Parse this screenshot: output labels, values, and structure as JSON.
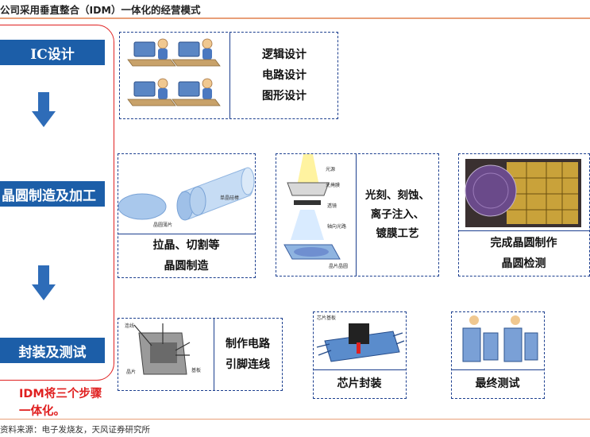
{
  "header": {
    "title": "公司采用垂直整合（IDM）一体化的经营模式"
  },
  "flow": {
    "stages": [
      "IC设计",
      "晶圆制造及加工",
      "封装及测试"
    ],
    "note": "IDM将三个步骤一体化。"
  },
  "boxes": {
    "design": {
      "lines": [
        "逻辑设计",
        "电路设计",
        "图形设计"
      ]
    },
    "wafer": {
      "lines": [
        "拉晶、切割等",
        "晶圆制造"
      ],
      "tags": [
        "单晶硅棒",
        "晶圆薄片"
      ]
    },
    "litho": {
      "lines": [
        "光刻、刻蚀、",
        "离子注入、",
        "镀膜工艺"
      ],
      "tags": [
        "光源",
        "光掩膜",
        "透镜",
        "轴向光路",
        "晶片晶圆"
      ]
    },
    "finish": {
      "lines": [
        "完成晶圆制作",
        "晶圆检测"
      ]
    },
    "wiring": {
      "lines": [
        "制作电路",
        "引脚连线"
      ],
      "tags": [
        "连线",
        "基板",
        "晶片"
      ]
    },
    "package": {
      "label": "芯片封装",
      "tags": [
        "芯片基板"
      ]
    },
    "test": {
      "label": "最终测试"
    }
  },
  "footer": {
    "source": "资料来源：电子发烧友，天风证券研究所"
  }
}
